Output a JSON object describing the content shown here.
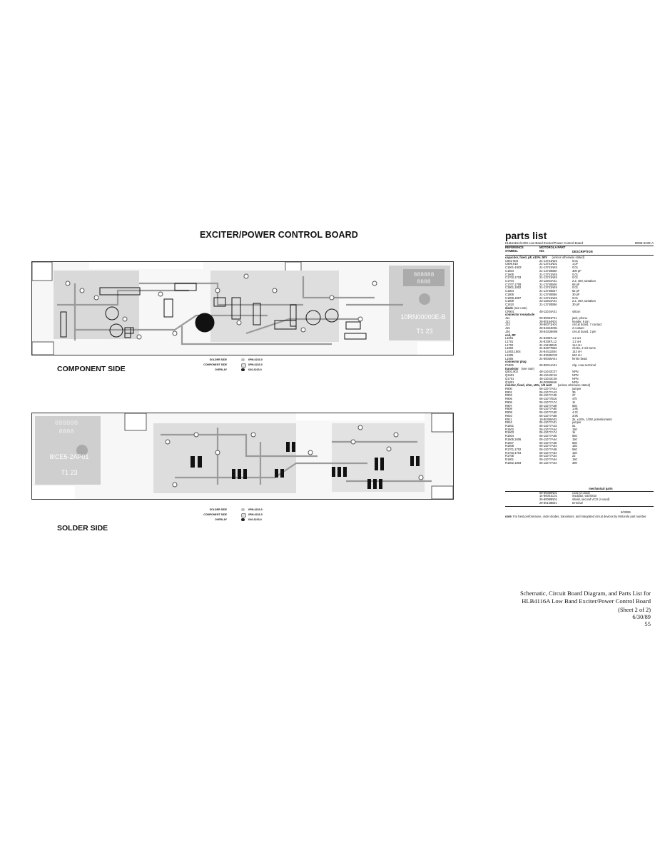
{
  "title": "EXCITER/POWER CONTROL BOARD",
  "component_side": {
    "label": "COMPONENT SIDE",
    "silkscreen": {
      "block_top": "888888",
      "block_bottom": "8888",
      "text1": "10RN00000E-B",
      "text2": "T1 23"
    },
    "legend": [
      {
        "label": "SOLDER SIDE",
        "part": "6PM-6233-0",
        "swatch": "#bdbdbd"
      },
      {
        "label": "COMPONENT SIDE",
        "part": "6PM-6233-0",
        "swatch": "#e2e2e2"
      },
      {
        "label": "OVERLAY",
        "part": "6X6-6233-0",
        "swatch": "#222222"
      }
    ]
  },
  "solder_side": {
    "label": "SOLDER SIDE",
    "silkscreen": {
      "block_top": "888888",
      "block_bottom": "8888",
      "text1": "8ICE5-2AP01",
      "text2": "T1 23"
    },
    "legend": [
      {
        "label": "SOLDER SIDE",
        "part": "6PM-6233-0",
        "swatch": "#bdbdbd"
      },
      {
        "label": "COMPONENT SIDE",
        "part": "6PM-6233-0",
        "swatch": "#e2e2e2"
      },
      {
        "label": "OVERLAY",
        "part": "6X6-6233-0",
        "swatch": "#222222"
      }
    ]
  },
  "parts_list": {
    "title": "parts list",
    "subtitle": "HLB4116A/4400 Low Band Exciter/Power Control Board",
    "doc_number": "8D06-6233-A",
    "headers": {
      "ref": "REFERENCE SYMBOL",
      "part": "MOTOROLA PART NO.",
      "desc": "DESCRIPTION"
    },
    "rows": [
      {
        "cat": "capacitor, fixed, pF, ±10%; 50V",
        "note": "(unless otherwise stated)"
      },
      {
        "ref": "C901-903",
        "part": "21-13741N45",
        "desc": "0.01"
      },
      {
        "ref": "C909,910",
        "part": "21-13741N01",
        "desc": "1 pF"
      },
      {
        "ref": "C1601-1603",
        "part": "21-13741N45",
        "desc": "0.01"
      },
      {
        "ref": "C1604",
        "part": "21-13740B60",
        "desc": "300 pF"
      },
      {
        "ref": "C1605",
        "part": "21-13741N45",
        "desc": "0.01"
      },
      {
        "ref": "C1702,1703",
        "part": "21-13741N45",
        "desc": "0.01"
      },
      {
        "ref": "C1704",
        "part": "23-11054A01",
        "desc": "2.2, 35V, tantalum"
      },
      {
        "ref": "C1707,1708",
        "part": "21-13740B46",
        "desc": "68 pF"
      },
      {
        "ref": "C1801,1802",
        "part": "21-13741N45",
        "desc": "0.01"
      },
      {
        "ref": "C1804",
        "part": "21-13740B47",
        "desc": "82 pF"
      },
      {
        "ref": "C1805",
        "part": "21-13740B56",
        "desc": "30 pF"
      },
      {
        "ref": "C1806,1807",
        "part": "21-13741N45",
        "desc": "0.01"
      },
      {
        "ref": "C1809",
        "part": "23-11054A01",
        "desc": "2.2, 35V, tantalum"
      },
      {
        "ref": "C1810",
        "part": "21-13740B56",
        "desc": "30 pF"
      },
      {
        "cat": "diode",
        "note": "(see note)"
      },
      {
        "ref": "CR901",
        "part": "48-11034A01",
        "desc": "silicon"
      },
      {
        "cat": "connector receptacle",
        "note": ""
      },
      {
        "ref": "J11",
        "part": "09-80051F01",
        "desc": "jack, phono"
      },
      {
        "ref": "J12",
        "part": "28-80164N01",
        "desc": "header, 5 pin"
      },
      {
        "ref": "J13",
        "part": "28-80071H01",
        "desc": "circuit board, 7 contact"
      },
      {
        "ref": "J15",
        "part": "28-84324M01",
        "desc": "2 contact"
      },
      {
        "ref": "J26",
        "part": "28-84318M06",
        "desc": "circuit board, 2 pin"
      },
      {
        "cat": "coil, RF",
        "note": ""
      },
      {
        "ref": "L1601",
        "part": "24-83387L12",
        "desc": "1.2 uH"
      },
      {
        "ref": "L1701",
        "part": "24-83387L12",
        "desc": "1.2 uH"
      },
      {
        "ref": "L1702",
        "part": "24-11626B15",
        "desc": "114 nH"
      },
      {
        "ref": "L1802",
        "part": "24-82977B02",
        "desc": "choke, 2-1/2 turns"
      },
      {
        "ref": "L1803,1804",
        "part": "24-84411B04",
        "desc": "143 nH"
      },
      {
        "ref": "L1805",
        "part": "24-83635G32",
        "desc": "640 nH"
      },
      {
        "ref": "L1806",
        "part": "24-80036A01",
        "desc": "ferrite bead"
      },
      {
        "cat": "connector plug",
        "note": ""
      },
      {
        "ref": "P1806",
        "part": "28-80014A01",
        "desc": "clip, coax terminal"
      },
      {
        "cat": "transistor",
        "note": "(see note)"
      },
      {
        "ref": "Q901,902",
        "part": "48-11043C07",
        "desc": "NPN"
      },
      {
        "ref": "Q1601",
        "part": "48-11043C16",
        "desc": "NPN"
      },
      {
        "ref": "Q1701",
        "part": "48-11043C48",
        "desc": "NPN"
      },
      {
        "ref": "Q1801",
        "part": "48-00869666",
        "desc": "NPN"
      },
      {
        "cat": "resistor, fixed, ohm, ±5%, 1/8 watt",
        "note": "(unless otherwise stated)"
      },
      {
        "ref": "R900",
        "part": "06-11077A01",
        "desc": "jumper"
      },
      {
        "ref": "R901",
        "part": "06-11077A43",
        "desc": "39"
      },
      {
        "ref": "R902",
        "part": "06-11077A39",
        "desc": "27"
      },
      {
        "ref": "R905",
        "part": "06-11077B15",
        "desc": "47k"
      },
      {
        "ref": "R906",
        "part": "06-11077A74",
        "desc": "1k"
      },
      {
        "ref": "R907",
        "part": "06-11077A68",
        "desc": "560"
      },
      {
        "ref": "R908",
        "part": "06-11077A80",
        "desc": "1.8k"
      },
      {
        "ref": "R909",
        "part": "06-11077A90",
        "desc": "4.7k"
      },
      {
        "ref": "R910",
        "part": "06-11077A88",
        "desc": "3.9k"
      },
      {
        "ref": "R911",
        "part": "18-80359A02",
        "desc": "2k, ±10%, 1/2W, potentiometer"
      },
      {
        "ref": "R916",
        "part": "06-11077A01",
        "desc": "jumper"
      },
      {
        "ref": "R1601",
        "part": "06-11077A43",
        "desc": "51"
      },
      {
        "ref": "R1602",
        "part": "06-11077A64",
        "desc": "150"
      },
      {
        "ref": "R1603",
        "part": "06-11077A74",
        "desc": "1k"
      },
      {
        "ref": "R1604",
        "part": "06-11077A68",
        "desc": "560"
      },
      {
        "ref": "R1605,1606",
        "part": "06-11077A64",
        "desc": "150"
      },
      {
        "ref": "R1607",
        "part": "06-11077A68",
        "desc": "560"
      },
      {
        "ref": "R1608",
        "part": "06-11077A64",
        "desc": "150"
      },
      {
        "ref": "R1701,1702",
        "part": "06-11077A68",
        "desc": "560"
      },
      {
        "ref": "R1703,1704",
        "part": "06-11077A54",
        "desc": "150"
      },
      {
        "ref": "R1705",
        "part": "06-11077A34",
        "desc": "22"
      },
      {
        "ref": "R1801",
        "part": "06-11077A54",
        "desc": "150"
      },
      {
        "ref": "R1802,1803",
        "part": "06-11077A64",
        "desc": "390"
      }
    ],
    "mechanical": {
      "title": "mechanical parts",
      "rows": [
        {
          "part": "09-80050N01",
          "desc": "coax (2 used)"
        },
        {
          "part": "14-80001C01",
          "desc": "insulator, transistor"
        },
        {
          "part": "26-80069N01",
          "desc": "shield, second VCO (4 used)"
        },
        {
          "part": "29-80148B01",
          "desc": "terminal"
        }
      ]
    },
    "date": "6/30/89",
    "note_label": "note:",
    "note_text": "For best performance, order diodes, transistors, and integrated circuit devices by Motorola part number."
  },
  "caption": {
    "line1": "Schematic, Circuit Board Diagram, and Parts List for",
    "line2": "HLB4116A Low Band Exciter/Power Control Board",
    "sheet": "(Sheet 2 of 2)",
    "date": "6/30/89",
    "page": "55"
  }
}
